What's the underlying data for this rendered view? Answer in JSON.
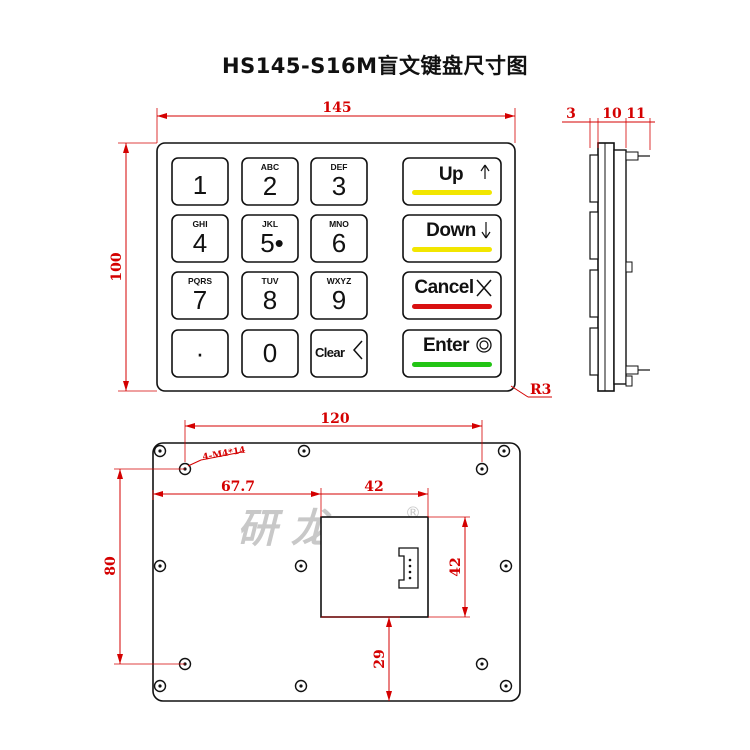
{
  "title": "HS145-S16M盲文键盘尺寸图",
  "dimensions": {
    "width_front": "145",
    "height_front": "100",
    "corner_radius": "R3",
    "side_a": "3",
    "side_b": "10",
    "side_c": "11",
    "hole_span": "120",
    "hole_note": "4-M4*14",
    "offset_x": "67.7",
    "connector_w": "42",
    "connector_h": "42",
    "height_back": "80",
    "bottom_offset": "29"
  },
  "keypad": {
    "numeric_keys": [
      {
        "digit": "1",
        "letters": ""
      },
      {
        "digit": "2",
        "letters": "ABC"
      },
      {
        "digit": "3",
        "letters": "DEF"
      },
      {
        "digit": "4",
        "letters": "GHI"
      },
      {
        "digit": "5•",
        "letters": "JKL"
      },
      {
        "digit": "6",
        "letters": "MNO"
      },
      {
        "digit": "7",
        "letters": "PQRS"
      },
      {
        "digit": "8",
        "letters": "TUV"
      },
      {
        "digit": "9",
        "letters": "WXYZ"
      },
      {
        "digit": "·",
        "letters": ""
      },
      {
        "digit": "0",
        "letters": ""
      },
      {
        "digit": "Clear",
        "letters": ""
      }
    ],
    "function_keys": [
      {
        "label": "Up",
        "bar_color": "#f2e600",
        "icon": "arrow-up-icon"
      },
      {
        "label": "Down",
        "bar_color": "#f2e600",
        "icon": "arrow-down-icon"
      },
      {
        "label": "Cancel",
        "bar_color": "#d81010",
        "icon": "cross-icon"
      },
      {
        "label": "Enter",
        "bar_color": "#22c414",
        "icon": "circle-icon"
      }
    ],
    "clear_icon": "chevron-left-icon"
  },
  "watermark": {
    "text": "研 龙",
    "mark": "®"
  },
  "colors": {
    "dimension": "#d40000",
    "outline": "#111111",
    "watermark": "#c8c8c8"
  }
}
